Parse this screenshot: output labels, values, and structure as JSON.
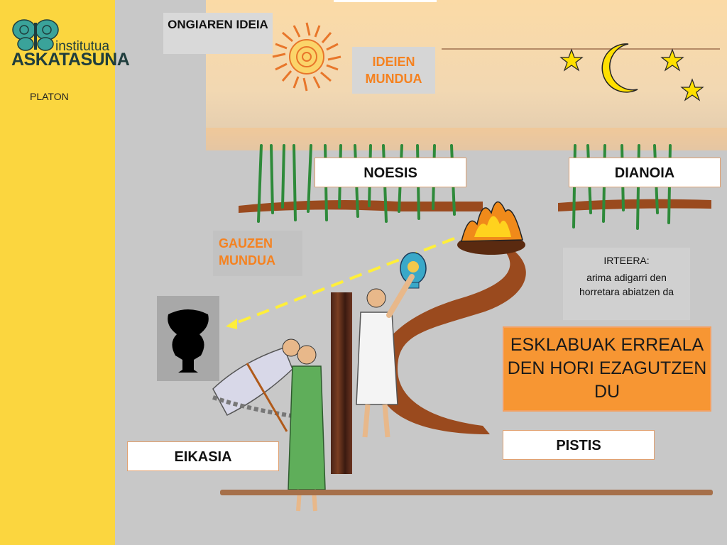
{
  "logo": {
    "title": "institutua",
    "name": "ASKATASUNA"
  },
  "sidebar": {
    "author": "PLATON"
  },
  "labels": {
    "ongiaren": "ONGIAREN IDEIA",
    "ideien": "IDEIEN MUNDUA",
    "noesis": "NOESIS",
    "dianoia": "DIANOIA",
    "gauzen": "GAUZEN MUNDUA",
    "pistis": "PISTIS",
    "eikasia": "EIKASIA"
  },
  "irteera": {
    "title": "IRTEERA:",
    "desc": "arima adigarri den horretara abiatzen da"
  },
  "esklabuak": "ESKLABUAK ERREALA DEN HORI EZAGUTZEN DU",
  "colors": {
    "sidebar": "#fbd63f",
    "accent": "#f58220",
    "box": "#f79633",
    "path": "#9a4a1e"
  }
}
